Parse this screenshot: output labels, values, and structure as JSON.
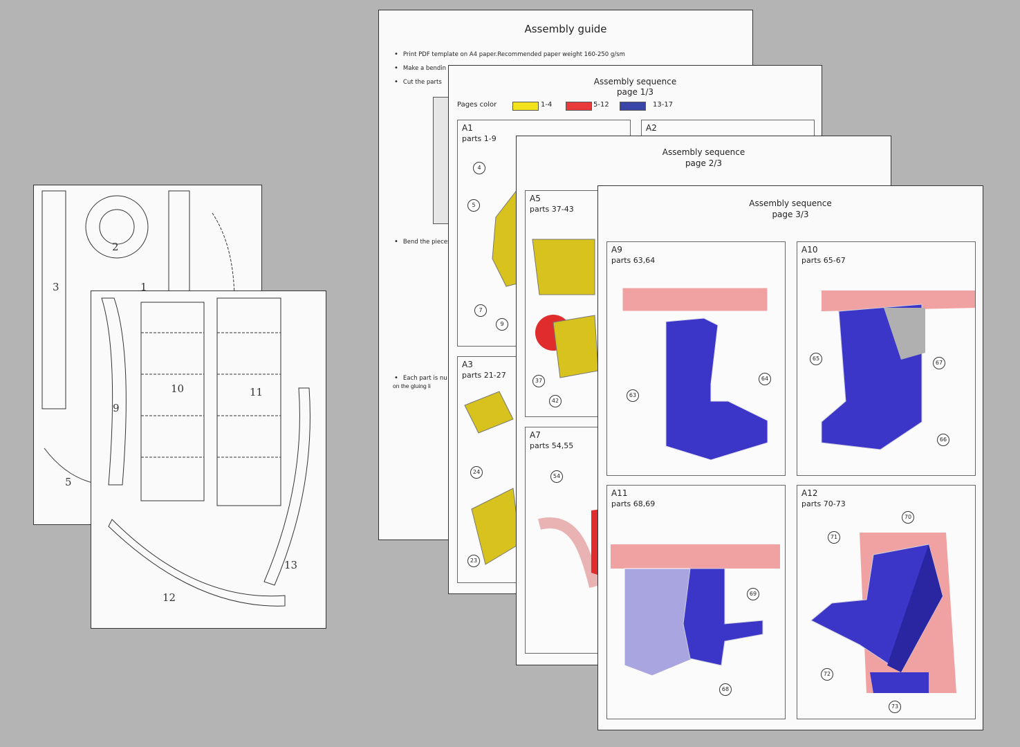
{
  "template_back": {
    "part_numbers": [
      "3",
      "2",
      "1",
      "5"
    ]
  },
  "template_front": {
    "part_numbers": [
      "10",
      "11",
      "9",
      "12",
      "13"
    ]
  },
  "guide": {
    "title": "Assembly guide",
    "bullets": [
      "Print PDF template on A4 paper.Recommended paper weight 160-250 g/sm",
      "Make a bendin",
      "Cut the parts",
      "Bend the pieces",
      "Each part is nu",
      "on the gluing li"
    ]
  },
  "seq1": {
    "title": "Assembly sequence",
    "page": "page 1/3",
    "pages_color_label": "Pages color",
    "legend": [
      {
        "label": "1-4",
        "color": "#f2e31c"
      },
      {
        "label": "5-12",
        "color": "#e83a3a"
      },
      {
        "label": "13-17",
        "color": "#3a45a8"
      }
    ],
    "panels": [
      {
        "id": "A1",
        "parts": "parts 1-9",
        "callouts": [
          "4",
          "5",
          "7",
          "9"
        ]
      },
      {
        "id": "A2",
        "parts": ""
      },
      {
        "id": "A3",
        "parts": "parts 21-27",
        "callouts": [
          "24",
          "23"
        ]
      }
    ]
  },
  "seq2": {
    "title": "Assembly sequence",
    "page": "page 2/3",
    "panels": [
      {
        "id": "A5",
        "parts": "parts 37-43",
        "callouts": [
          "37",
          "42"
        ]
      },
      {
        "id": "A7",
        "parts": "parts 54,55",
        "callouts": [
          "54"
        ]
      }
    ]
  },
  "seq3": {
    "title": "Assembly sequence",
    "page": "page 3/3",
    "panels": [
      {
        "id": "A9",
        "parts": "parts 63,64",
        "callouts": [
          "63",
          "64"
        ]
      },
      {
        "id": "A10",
        "parts": "parts 65-67",
        "callouts": [
          "65",
          "67",
          "66"
        ]
      },
      {
        "id": "A11",
        "parts": "parts 68,69",
        "callouts": [
          "69",
          "68"
        ]
      },
      {
        "id": "A12",
        "parts": "parts 70-73",
        "callouts": [
          "71",
          "70",
          "72",
          "73"
        ]
      }
    ]
  },
  "colors": {
    "blue": "#3b35c8",
    "pink": "#f0a2a2",
    "yellow": "#d8c21e",
    "red": "#e02c2c",
    "lavender": "#a9a5e0"
  }
}
